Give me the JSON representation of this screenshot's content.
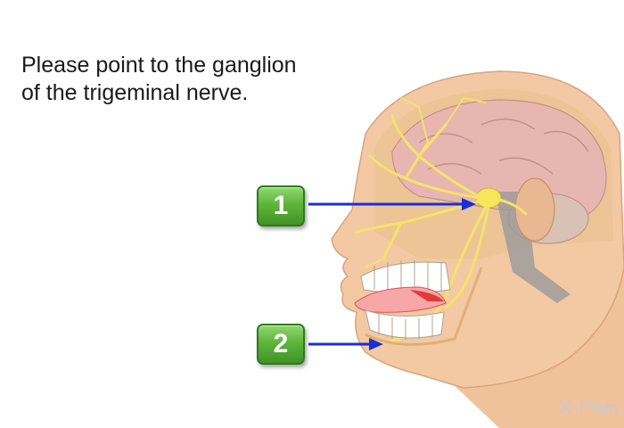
{
  "question": {
    "line1": "Please point to the ganglion",
    "line2": "of the trigeminal nerve."
  },
  "answers": [
    {
      "label": "1"
    },
    {
      "label": "2"
    }
  ],
  "logo": {
    "mark": "X",
    "text": "-Plain"
  },
  "colors": {
    "button_green": "#5fb53c",
    "arrow_blue": "#1a2fd6",
    "skin": "#f2c9a3",
    "brain": "#e8b6b0",
    "nerve_yellow": "#f5e36a"
  }
}
